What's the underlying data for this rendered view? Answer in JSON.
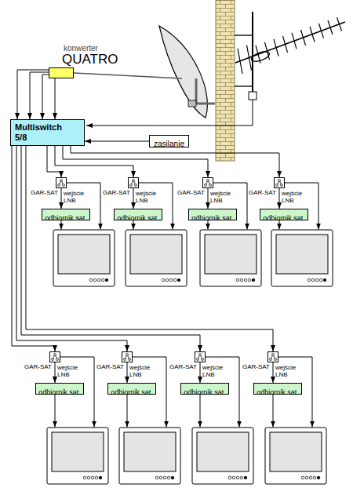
{
  "diagram": {
    "nodes": [
      {
        "text": [
          "konwerter",
          "QUATRO"
        ]
      },
      {
        "text": [
          "Multiswitch 5/8"
        ]
      },
      {
        "text": [
          "zasilanie"
        ]
      },
      {
        "text": [
          "GAR-SAT"
        ]
      },
      {
        "text": [
          "odbiornik sat."
        ]
      },
      {
        "text": [
          "GAR-SAT"
        ]
      },
      {
        "text": [
          "odbiornik sat."
        ]
      },
      {
        "text": [
          "GAR-SAT"
        ]
      },
      {
        "text": [
          "odbiornik sat."
        ]
      },
      {
        "text": [
          "GAR-SAT"
        ]
      },
      {
        "text": [
          "odbiornik sat."
        ]
      },
      {
        "text": [
          "GAR-SAT"
        ]
      },
      {
        "text": [
          "odbiornik sat."
        ]
      },
      {
        "text": [
          "GAR-SAT"
        ]
      },
      {
        "text": [
          "odbiornik sat."
        ]
      },
      {
        "text": [
          "GAR-SAT"
        ]
      },
      {
        "text": [
          "odbiornik sat."
        ]
      },
      {
        "text": [
          "GAR-SAT"
        ]
      },
      {
        "text": [
          "odbiornik sat."
        ]
      }
    ],
    "edges": [
      {
        "from": 0,
        "to": 1,
        "arrow": "to"
      },
      {
        "from": 0,
        "to": 1,
        "arrow": "to"
      },
      {
        "from": 0,
        "to": 1,
        "arrow": "to"
      },
      {
        "from": 0,
        "to": 1,
        "arrow": "to"
      },
      {
        "from": 2,
        "to": 1,
        "arrow": "to"
      },
      {
        "from": 1,
        "to": 3,
        "arrow": "to"
      },
      {
        "from": 1,
        "to": 5,
        "arrow": "to"
      },
      {
        "from": 1,
        "to": 7,
        "arrow": "to"
      },
      {
        "from": 1,
        "to": 9,
        "arrow": "to"
      },
      {
        "from": 1,
        "to": 11,
        "arrow": "to"
      },
      {
        "from": 1,
        "to": 13,
        "arrow": "to"
      },
      {
        "from": 1,
        "to": 15,
        "arrow": "to"
      },
      {
        "from": 1,
        "to": 17,
        "arrow": "to"
      },
      {
        "from": 3,
        "to": 4,
        "label": "wejście LNB",
        "arrow": "to"
      },
      {
        "from": 5,
        "to": 6,
        "label": "wejście LNB",
        "arrow": "to"
      },
      {
        "from": 7,
        "to": 8,
        "label": "wejście LNB",
        "arrow": "to"
      },
      {
        "from": 9,
        "to": 10,
        "label": "wejście LNB",
        "arrow": "to"
      },
      {
        "from": 11,
        "to": 12,
        "label": "wejście LNB",
        "arrow": "to"
      },
      {
        "from": 13,
        "to": 14,
        "label": "wejście LNB",
        "arrow": "to"
      },
      {
        "from": 15,
        "to": 16,
        "label": "wejście LNB",
        "arrow": "to"
      },
      {
        "from": 17,
        "to": 18,
        "label": "wejście LNB",
        "arrow": "to"
      }
    ]
  }
}
